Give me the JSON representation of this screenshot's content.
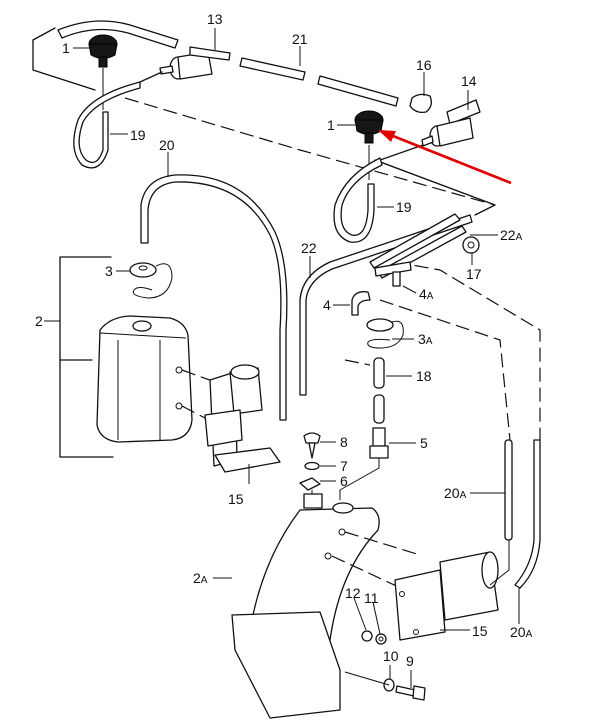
{
  "diagram": {
    "title": "Windscreen / headlamp washer system – exploded parts view",
    "highlight": {
      "color": "#e00000",
      "target_part": "1",
      "description": "red arrow pointing at washer jet (item 1, right side)"
    },
    "callouts": [
      {
        "id": "c1a",
        "num": "1",
        "suffix": ""
      },
      {
        "id": "c1b",
        "num": "1",
        "suffix": ""
      },
      {
        "id": "c2",
        "num": "2",
        "suffix": ""
      },
      {
        "id": "c2a",
        "num": "2",
        "suffix": "A"
      },
      {
        "id": "c3",
        "num": "3",
        "suffix": ""
      },
      {
        "id": "c3a",
        "num": "3",
        "suffix": "A"
      },
      {
        "id": "c4",
        "num": "4",
        "suffix": ""
      },
      {
        "id": "c4a",
        "num": "4",
        "suffix": "A"
      },
      {
        "id": "c5",
        "num": "5",
        "suffix": ""
      },
      {
        "id": "c6",
        "num": "6",
        "suffix": ""
      },
      {
        "id": "c7",
        "num": "7",
        "suffix": ""
      },
      {
        "id": "c8",
        "num": "8",
        "suffix": ""
      },
      {
        "id": "c9",
        "num": "9",
        "suffix": ""
      },
      {
        "id": "c10",
        "num": "10",
        "suffix": ""
      },
      {
        "id": "c11",
        "num": "11",
        "suffix": ""
      },
      {
        "id": "c12",
        "num": "12",
        "suffix": ""
      },
      {
        "id": "c13",
        "num": "13",
        "suffix": ""
      },
      {
        "id": "c14",
        "num": "14",
        "suffix": ""
      },
      {
        "id": "c15a",
        "num": "15",
        "suffix": ""
      },
      {
        "id": "c15b",
        "num": "15",
        "suffix": ""
      },
      {
        "id": "c16",
        "num": "16",
        "suffix": ""
      },
      {
        "id": "c17",
        "num": "17",
        "suffix": ""
      },
      {
        "id": "c18",
        "num": "18",
        "suffix": ""
      },
      {
        "id": "c19a",
        "num": "19",
        "suffix": ""
      },
      {
        "id": "c19b",
        "num": "19",
        "suffix": ""
      },
      {
        "id": "c20",
        "num": "20",
        "suffix": ""
      },
      {
        "id": "c20a1",
        "num": "20",
        "suffix": "A"
      },
      {
        "id": "c20a2",
        "num": "20",
        "suffix": "A"
      },
      {
        "id": "c21",
        "num": "21",
        "suffix": ""
      },
      {
        "id": "c22",
        "num": "22",
        "suffix": ""
      },
      {
        "id": "c22a",
        "num": "22",
        "suffix": "A"
      }
    ],
    "parts": [
      {
        "id": "washer-jet-left",
        "name": "washer jet"
      },
      {
        "id": "washer-jet-right",
        "name": "washer jet"
      },
      {
        "id": "reservoir",
        "name": "washer reservoir"
      },
      {
        "id": "reservoir-alt",
        "name": "washer reservoir (alternative)"
      },
      {
        "id": "filler-cap",
        "name": "filler cap"
      },
      {
        "id": "filler-cap-alt",
        "name": "filler cap (alternative)"
      },
      {
        "id": "elbow",
        "name": "elbow connector"
      },
      {
        "id": "t-piece-4a",
        "name": "T-piece"
      },
      {
        "id": "grommet-5",
        "name": "grommet"
      },
      {
        "id": "clip-nut-6",
        "name": "clip nut"
      },
      {
        "id": "washer-7",
        "name": "washer"
      },
      {
        "id": "screw-8",
        "name": "screw"
      },
      {
        "id": "bolt-9",
        "name": "bolt"
      },
      {
        "id": "washer-10",
        "name": "washer"
      },
      {
        "id": "washer-11",
        "name": "washer"
      },
      {
        "id": "nut-12",
        "name": "nut"
      },
      {
        "id": "non-return-valve-13",
        "name": "non-return valve / T-piece"
      },
      {
        "id": "non-return-valve-14",
        "name": "non-return valve / elbow"
      },
      {
        "id": "pump",
        "name": "washer pump"
      },
      {
        "id": "pump-alt",
        "name": "washer pump (alternative)"
      },
      {
        "id": "clip-16",
        "name": "hose clip"
      },
      {
        "id": "grommet-17",
        "name": "grommet"
      },
      {
        "id": "hose-18",
        "name": "hose"
      },
      {
        "id": "hose-19",
        "name": "hose"
      },
      {
        "id": "hose-20",
        "name": "hose"
      },
      {
        "id": "hose-20a",
        "name": "hose"
      },
      {
        "id": "hose-21",
        "name": "hose"
      },
      {
        "id": "hose-22",
        "name": "hose"
      },
      {
        "id": "hose-22a",
        "name": "hose"
      }
    ]
  }
}
